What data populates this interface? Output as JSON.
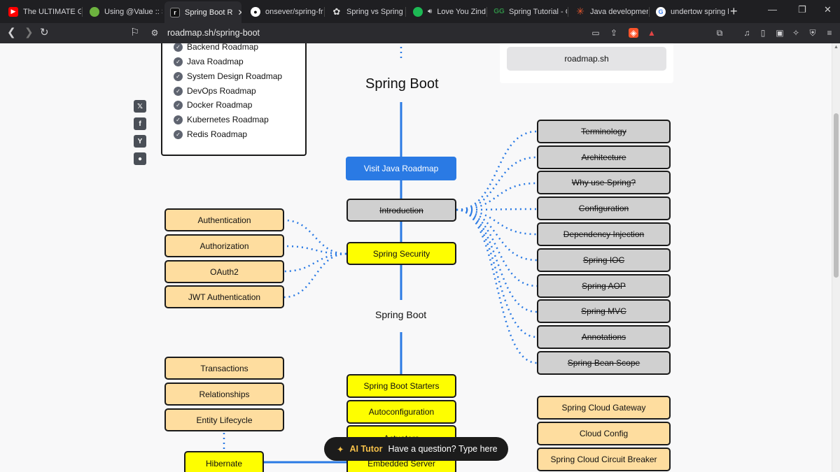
{
  "browser": {
    "tabs": [
      {
        "title": "The ULTIMATE Gui",
        "favicon": "youtube-icon",
        "color": "#ff0000"
      },
      {
        "title": "Using @Value :: Sp",
        "favicon": "spring-icon",
        "color": "#6db33f"
      },
      {
        "title": "Spring Boot R",
        "favicon": "roadmap-icon",
        "color": "#111111",
        "active": true,
        "close": "✕"
      },
      {
        "title": "onsever/spring-fra",
        "favicon": "github-icon",
        "color": "#ffffff"
      },
      {
        "title": "Spring vs Spring B",
        "favicon": "openai-icon",
        "color": "#dddddd"
      },
      {
        "title": "Love You Zind",
        "favicon": "spotify-icon",
        "color": "#1db954"
      },
      {
        "title": "Spring Tutorial - G",
        "favicon": "gfg-icon",
        "color": "#2f8d46"
      },
      {
        "title": "Java development",
        "favicon": "claude-icon",
        "color": "#e4572e"
      },
      {
        "title": "undertow spring b",
        "favicon": "google-icon",
        "color": "#4285f4"
      }
    ],
    "new_tab": "+",
    "url": "roadmap.sh/spring-boot"
  },
  "roadmaps_card": {
    "items": [
      "Backend Roadmap",
      "Java Roadmap",
      "System Design Roadmap",
      "DevOps Roadmap",
      "Docker Roadmap",
      "Kubernetes Roadmap",
      "Redis Roadmap"
    ]
  },
  "right_card": {
    "button": "roadmap.sh"
  },
  "main": {
    "title": "Spring Boot",
    "visit_button": "Visit Java Roadmap",
    "introduction": "Introduction",
    "spring_security": "Spring Security",
    "subtitle": "Spring Boot",
    "security_topics": [
      "Authentication",
      "Authorization",
      "OAuth2",
      "JWT Authentication"
    ],
    "intro_topics": [
      "Terminology",
      "Architecture",
      "Why use Spring?",
      "Configuration",
      "Dependency Injection",
      "Spring IOC",
      "Spring AOP",
      "Spring MVC",
      "Annotations",
      "Spring Bean Scope"
    ],
    "boot_topics": [
      "Spring Boot Starters",
      "Autoconfiguration",
      "Actuators",
      "Embedded Server"
    ],
    "data_topics": [
      "Transactions",
      "Relationships",
      "Entity Lifecycle"
    ],
    "hibernate": "Hibernate",
    "cloud_topics": [
      "Spring Cloud Gateway",
      "Cloud Config",
      "Spring Cloud Circuit Breaker"
    ]
  },
  "ai_tutor": {
    "label": "AI Tutor",
    "prompt": "Have a question? Type here"
  },
  "colors": {
    "orange_node": "#fedd9f",
    "yellow_node": "#fefe00",
    "gray_node": "#d0d0d0",
    "spine": "#2a7ae4"
  }
}
